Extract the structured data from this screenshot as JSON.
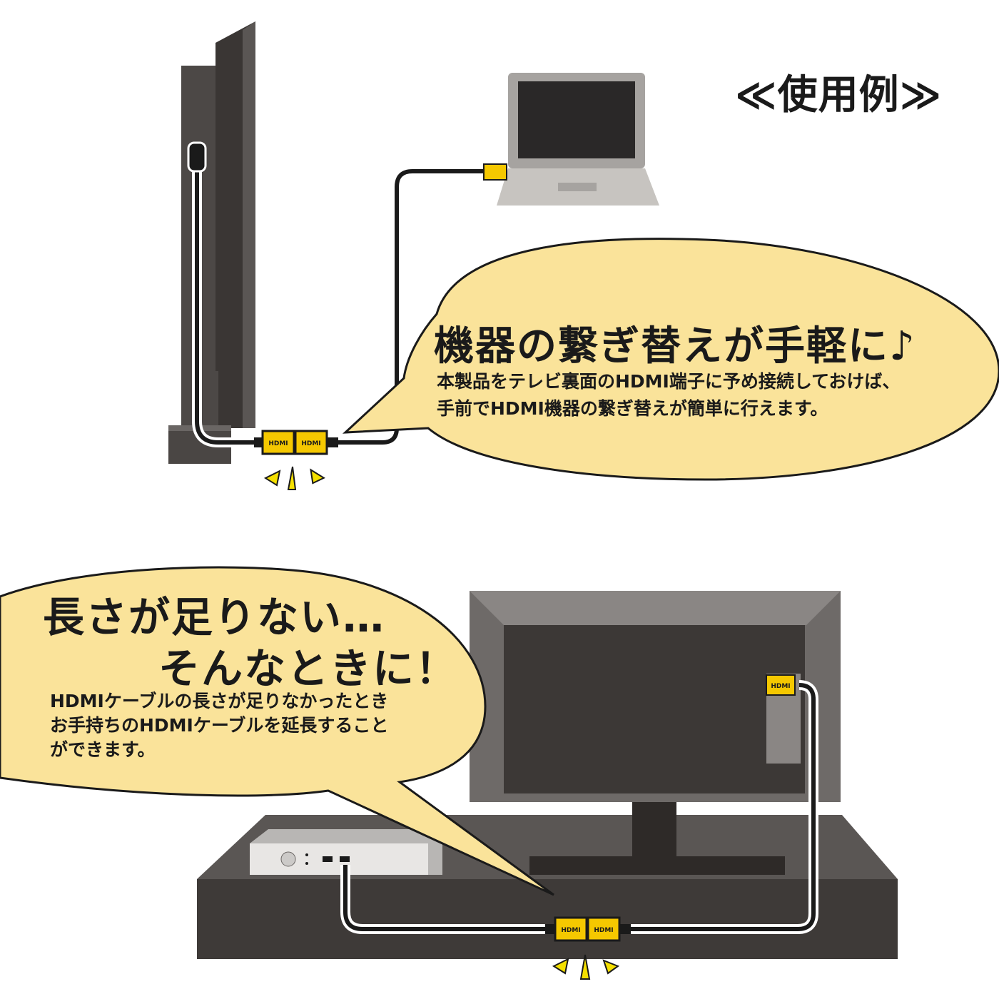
{
  "title": "≪使用例≫",
  "example1": {
    "headline": "機器の繋ぎ替えが手軽に♪",
    "body_lines": [
      "本製品をテレビ裏面のHDMI端子に予め接続しておけば、",
      "手前でHDMI機器の繋ぎ替えが簡単に行えます。"
    ]
  },
  "example2": {
    "headline_line1": "長さが足りない…",
    "headline_line2": "そんなときに！",
    "body_lines": [
      "HDMIケーブルの長さが足りなかったとき",
      "お手持ちのHDMIケーブルを延長すること",
      "ができます。"
    ]
  },
  "connector_label": "HDMI",
  "colors": {
    "bubble": "#fae39a",
    "connector": "#f5c800",
    "dark": "#4a4644",
    "tv_frame": "#6e6a68",
    "ink": "#1a1a1a"
  }
}
